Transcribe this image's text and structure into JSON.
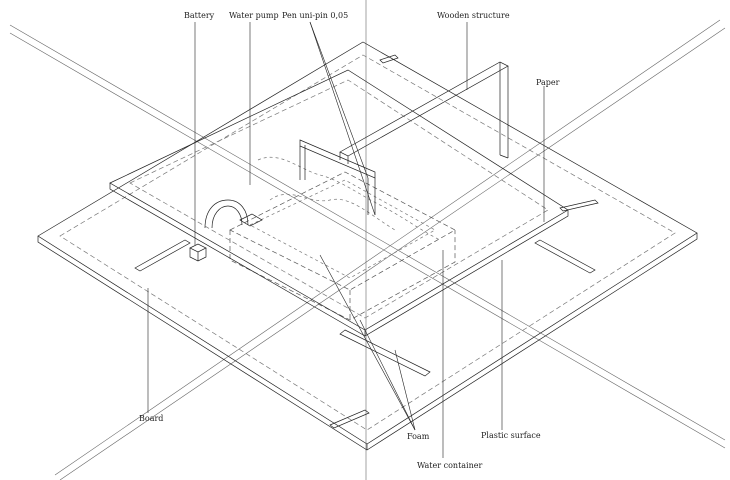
{
  "labels": {
    "battery": "Battery",
    "water_pump": "Water pump",
    "pen": "Pen uni-pin 0,05",
    "wooden_structure": "Wooden structure",
    "paper": "Paper",
    "board": "Board",
    "foam": "Foam",
    "plastic_surface": "Plastic surface",
    "water_container": "Water container"
  },
  "colors": {
    "line": "#222222",
    "dashed": "#555555",
    "background": "#ffffff"
  }
}
